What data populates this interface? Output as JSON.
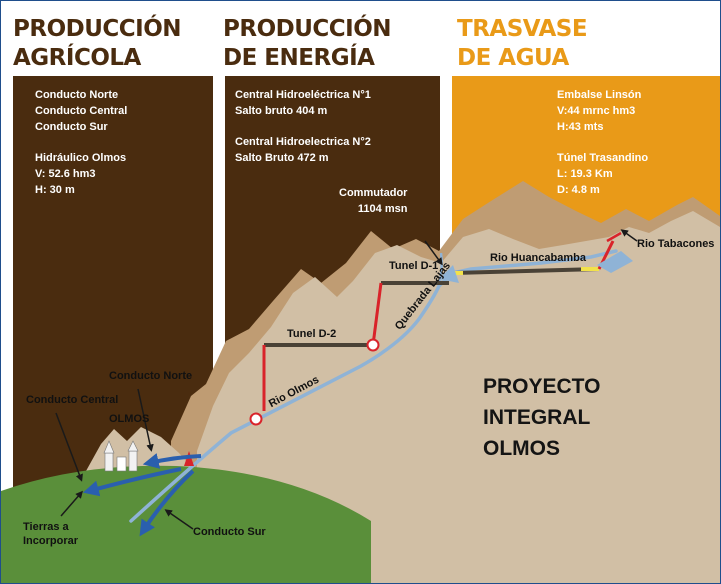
{
  "headers": {
    "agricola": "PRODUCCIÓN\nAGRÍCOLA",
    "energia": "PRODUCCIÓN\nDE ENERGÍA",
    "trasvase": "TRASVASE\nDE AGUA"
  },
  "panels": {
    "agricola": {
      "conductos": "Conducto Norte\nConducto Central\nConducto Sur",
      "hidraulico": "Hidráulico Olmos\nV: 52.6 hm3\nH: 30 m"
    },
    "energia": {
      "central1": "Central Hidroeléctrica N°1\nSalto bruto 404 m",
      "central2": "Central Hidroelectrica N°2\nSalto Bruto 472 m",
      "commutador": "Commutador\n1104 msn"
    },
    "trasvase": {
      "embalse": "Embalse Linsón\nV:44 mrnc hm3\nH:43 mts",
      "tunel": "Túnel Trasandino\nL: 19.3 Km\nD: 4.8 m"
    }
  },
  "labels": {
    "tunel_d1": "Tunel D-1",
    "tunel_d2": "Tunel D-2",
    "rio_huancabamba": "Rio Huancabamba",
    "rio_tabacones": "Rio Tabacones",
    "quebrada_lajas": "Quebrada Lajas",
    "rio_olmos": "Rio Olmos",
    "conducto_norte": "Conducto Norte",
    "conducto_central": "Conducto Central",
    "olmos": "OLMOS",
    "conducto_sur": "Conducto Sur",
    "tierras": "Tierras a\nIncorporar",
    "proyecto": "PROYECTO\nINTEGRAL\nOLMOS"
  },
  "colors": {
    "panel_brown": "#4a2c0f",
    "panel_orange": "#e99a18",
    "header_brown": "#4a2c0f",
    "header_orange": "#e99a18",
    "mountain_back": "#bf9c73",
    "mountain_front": "#d1bfa5",
    "valley_green": "#5a8f3a",
    "tunnel_line": "#4a4236",
    "shaft_red": "#d9232a",
    "river_blue": "#8fb3d6",
    "arrow_blue": "#2a5fae"
  }
}
